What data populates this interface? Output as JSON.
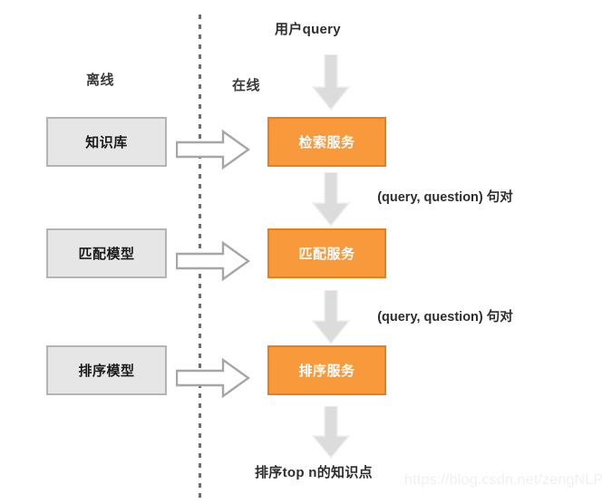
{
  "diagram": {
    "title_top": "用户query",
    "title_bottom": "排序top n的知识点",
    "sections": {
      "offline_label": "离线",
      "online_label": "在线"
    },
    "offline_boxes": [
      {
        "label": "知识库"
      },
      {
        "label": "匹配模型"
      },
      {
        "label": "排序模型"
      }
    ],
    "online_boxes": [
      {
        "label": "检索服务"
      },
      {
        "label": "匹配服务"
      },
      {
        "label": "排序服务"
      }
    ],
    "flow_notes": [
      {
        "text": "(query, question) 句对"
      },
      {
        "text": "(query, question) 句对"
      }
    ],
    "colors": {
      "box_fill_orange": "#f89a3c",
      "box_border_orange": "#f07c14",
      "box_fill_grey": "#e6e6e6",
      "box_border_grey": "#b4b4b4",
      "arrow_grey": "#dcdcdc",
      "arrow_outline": "#a6a6a6",
      "divider_grey": "#6e6e6e",
      "text_dark": "#2e2e2e",
      "watermark": "#f0f0f0"
    },
    "watermark": "https://blog.csdn.net/zengNLP"
  }
}
